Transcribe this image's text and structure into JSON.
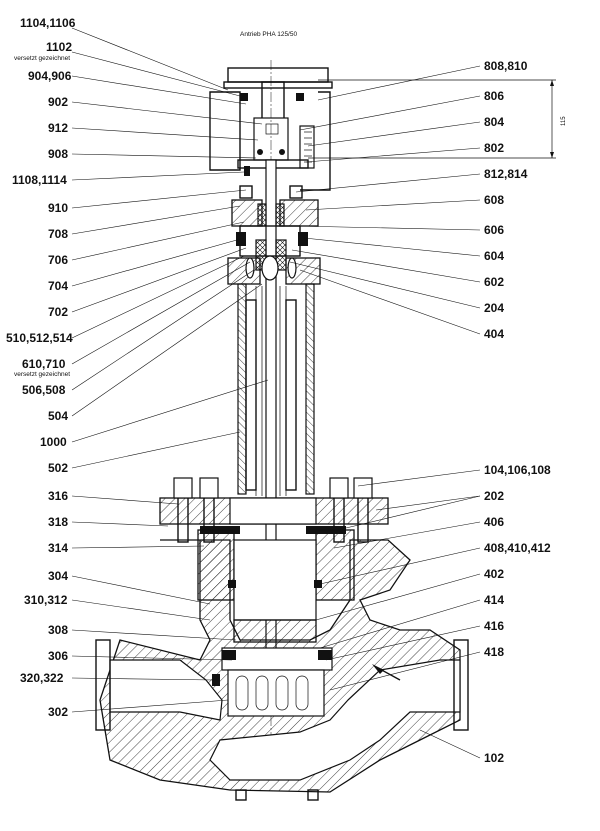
{
  "title": "Antrieb PHA 125/50",
  "dimension": "115",
  "labels_left": [
    {
      "id": "l1104",
      "text": "1104,1106"
    },
    {
      "id": "l1102",
      "text": "1102",
      "sub": "versetzt gezeichnet"
    },
    {
      "id": "l904",
      "text": "904,906"
    },
    {
      "id": "l902",
      "text": "902"
    },
    {
      "id": "l912",
      "text": "912"
    },
    {
      "id": "l908",
      "text": "908"
    },
    {
      "id": "l1108",
      "text": "1108,1114"
    },
    {
      "id": "l910",
      "text": "910"
    },
    {
      "id": "l708",
      "text": "708"
    },
    {
      "id": "l706",
      "text": "706"
    },
    {
      "id": "l704",
      "text": "704"
    },
    {
      "id": "l702",
      "text": "702"
    },
    {
      "id": "l510",
      "text": "510,512,514"
    },
    {
      "id": "l610",
      "text": "610,710",
      "sub": "versetzt gezeichnet"
    },
    {
      "id": "l506",
      "text": "506,508"
    },
    {
      "id": "l504",
      "text": "504"
    },
    {
      "id": "l1000",
      "text": "1000"
    },
    {
      "id": "l502",
      "text": "502"
    },
    {
      "id": "l316",
      "text": "316"
    },
    {
      "id": "l318",
      "text": "318"
    },
    {
      "id": "l314",
      "text": "314"
    },
    {
      "id": "l304",
      "text": "304"
    },
    {
      "id": "l310",
      "text": "310,312"
    },
    {
      "id": "l308",
      "text": "308"
    },
    {
      "id": "l306",
      "text": "306"
    },
    {
      "id": "l320",
      "text": "320,322"
    },
    {
      "id": "l302",
      "text": "302"
    }
  ],
  "labels_right": [
    {
      "id": "r808",
      "text": "808,810"
    },
    {
      "id": "r806",
      "text": "806"
    },
    {
      "id": "r804",
      "text": "804"
    },
    {
      "id": "r802",
      "text": "802"
    },
    {
      "id": "r812",
      "text": "812,814"
    },
    {
      "id": "r608",
      "text": "608"
    },
    {
      "id": "r606",
      "text": "606"
    },
    {
      "id": "r604",
      "text": "604"
    },
    {
      "id": "r602",
      "text": "602"
    },
    {
      "id": "r204",
      "text": "204"
    },
    {
      "id": "r404",
      "text": "404"
    },
    {
      "id": "r104",
      "text": "104,106,108"
    },
    {
      "id": "r202",
      "text": "202"
    },
    {
      "id": "r406",
      "text": "406"
    },
    {
      "id": "r408",
      "text": "408,410,412"
    },
    {
      "id": "r402",
      "text": "402"
    },
    {
      "id": "r414",
      "text": "414"
    },
    {
      "id": "r416",
      "text": "416"
    },
    {
      "id": "r418",
      "text": "418"
    },
    {
      "id": "r102",
      "text": "102"
    }
  ]
}
